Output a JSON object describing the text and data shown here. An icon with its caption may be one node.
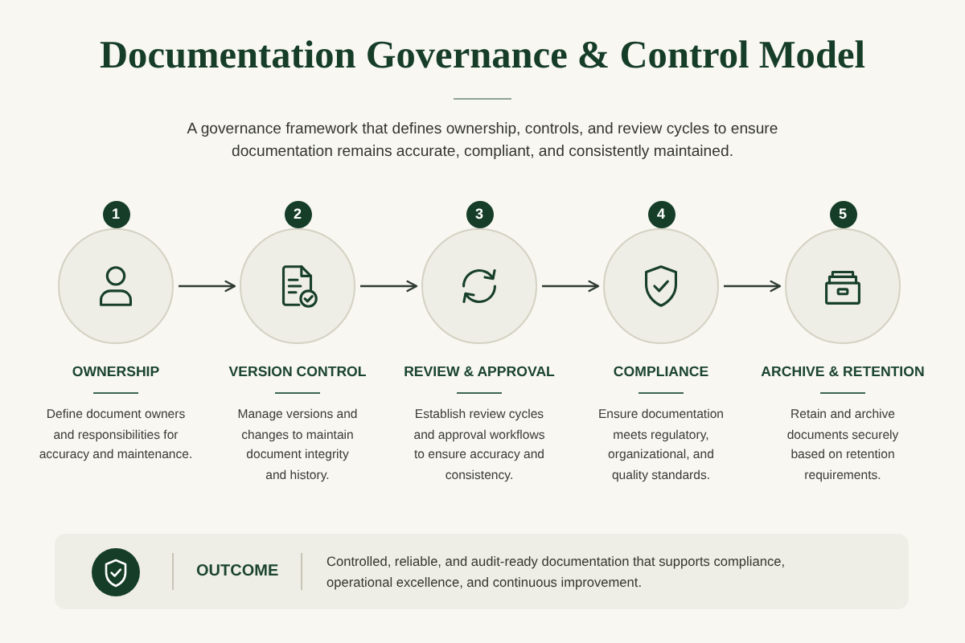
{
  "diagram": {
    "title": "Documentation Governance & Control Model",
    "nodes": [
      {
        "text": [
          "1",
          "OWNERSHIP",
          "Define document owners and responsibilities for accuracy and maintenance."
        ]
      },
      {
        "text": [
          "2",
          "VERSION CONTROL",
          "Manage versions and changes to maintain document integrity and history."
        ]
      },
      {
        "text": [
          "3",
          "REVIEW & APPROVAL",
          "Establish review cycles and approval workflows to ensure accuracy and consistency."
        ]
      },
      {
        "text": [
          "4",
          "COMPLIANCE",
          "Ensure documentation meets regulatory, organizational, and quality standards."
        ]
      },
      {
        "text": [
          "5",
          "ARCHIVE & RETENTION",
          "Retain and archive documents securely based on retention requirements."
        ]
      },
      {
        "text": [
          "OUTCOME",
          "Controlled, reliable, and audit-ready documentation that supports compliance, operational excellence, and continuous improvement."
        ]
      }
    ],
    "edges": [
      {
        "from": 0,
        "to": 1,
        "arrow": "to"
      },
      {
        "from": 1,
        "to": 2,
        "arrow": "to"
      },
      {
        "from": 2,
        "to": 3,
        "arrow": "to"
      },
      {
        "from": 3,
        "to": 4,
        "arrow": "to"
      }
    ],
    "labels": [
      "A governance framework that defines ownership, controls, and review cycles to ensure documentation remains accurate, compliant, and consistently maintained."
    ]
  }
}
